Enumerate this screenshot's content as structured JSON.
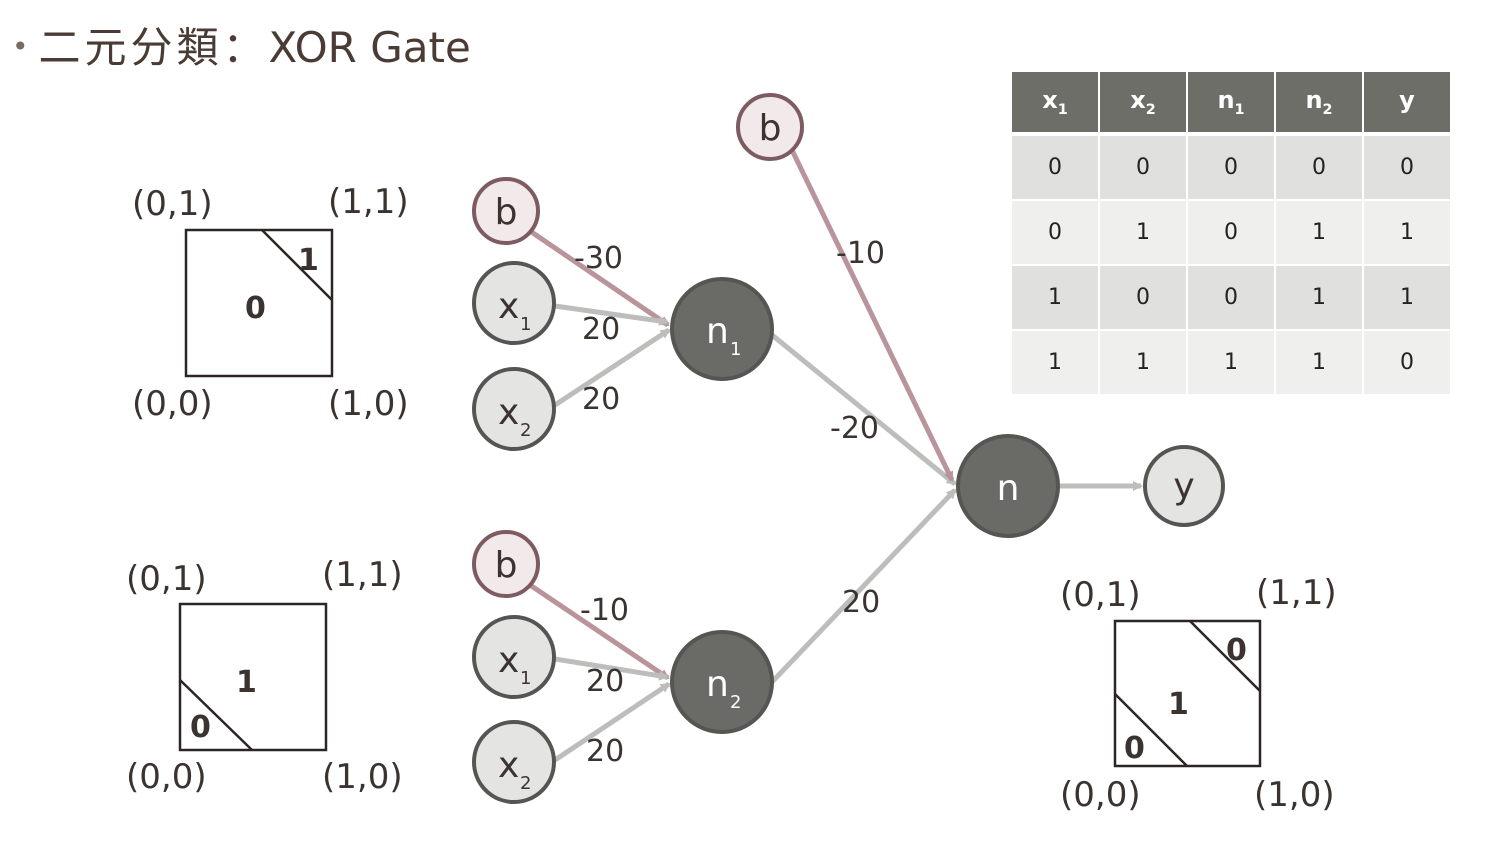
{
  "slide": {
    "bullet": "•",
    "title_cjk": "二元分類：",
    "title_lat": "XOR Gate"
  },
  "colors": {
    "bias_fill": "#f2e9ea",
    "bias_stroke": "#7d5b60",
    "input_fill": "#e4e4e3",
    "input_stroke": "#555552",
    "neuron_fill": "#6a6a66",
    "neuron_stroke": "#555552",
    "bias_edge": "#b9959b",
    "edge": "#bdbdbb",
    "table_header": "#6e6e68"
  },
  "regions": {
    "top": {
      "corners": {
        "tl": "(0,1)",
        "tr": "(1,1)",
        "bl": "(0,0)",
        "br": "(1,0)"
      },
      "main_label": "0",
      "corner_label": "1"
    },
    "bottom": {
      "corners": {
        "tl": "(0,1)",
        "tr": "(1,1)",
        "bl": "(0,0)",
        "br": "(1,0)"
      },
      "main_label": "1",
      "corner_label": "0"
    },
    "output": {
      "corners": {
        "tl": "(0,1)",
        "tr": "(1,1)",
        "bl": "(0,0)",
        "br": "(1,0)"
      },
      "main_label": "1",
      "tr_label": "0",
      "bl_label": "0"
    }
  },
  "nodes": {
    "b": "b",
    "x": "x",
    "n": "n",
    "y": "y",
    "sub1": "1",
    "sub2": "2"
  },
  "weights": {
    "n1_bias": "-30",
    "n1_x1": "20",
    "n1_x2": "20",
    "n2_bias": "-10",
    "n2_x1": "20",
    "n2_x2": "20",
    "n_bias": "-10",
    "n_n1": "-20",
    "n_n2": "20"
  },
  "truth_table": {
    "headers": [
      {
        "base": "x",
        "sub": "1"
      },
      {
        "base": "x",
        "sub": "2"
      },
      {
        "base": "n",
        "sub": "1"
      },
      {
        "base": "n",
        "sub": "2"
      },
      {
        "base": "y",
        "sub": ""
      }
    ],
    "rows": [
      [
        "0",
        "0",
        "0",
        "0",
        "0"
      ],
      [
        "0",
        "1",
        "0",
        "1",
        "1"
      ],
      [
        "1",
        "0",
        "0",
        "1",
        "1"
      ],
      [
        "1",
        "1",
        "1",
        "1",
        "0"
      ]
    ]
  }
}
